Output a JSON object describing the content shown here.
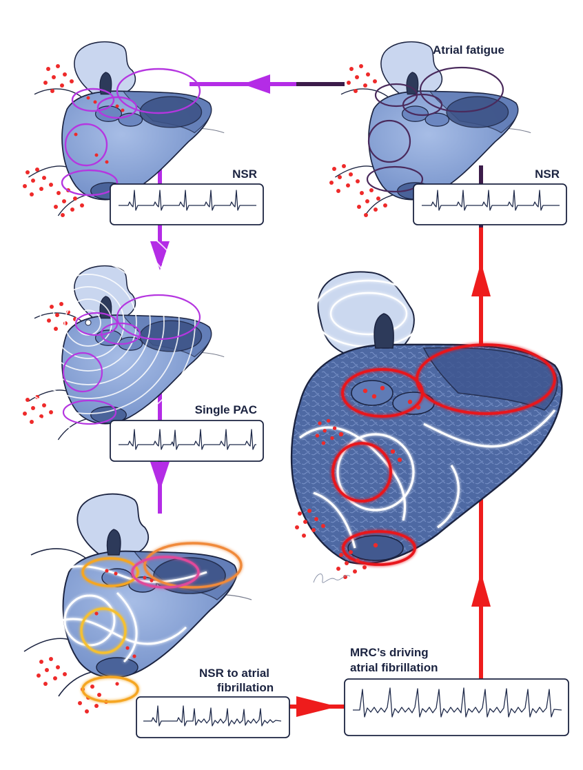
{
  "labels": {
    "nsr_top_left": "NSR",
    "nsr_top_right": "NSR",
    "atrial_fatigue": "Atrial fatigue",
    "single_pac": "Single PAC",
    "nsr_to_af_line1": "NSR to atrial",
    "nsr_to_af_line2": "fibrillation",
    "mrc_line1": "MRC’s driving",
    "mrc_line2": "atrial fibrillation"
  },
  "colors": {
    "atrium_fill": "#8ea8d8",
    "atrium_light": "#c9d6ef",
    "outline": "#1b2340",
    "purple_arrow": "#b42ce6",
    "fatigue_arrow": "#3c1c4a",
    "red_arrow": "#ee1c1c",
    "circuit_purple": "#b536e0",
    "circuit_red": "#e8141c",
    "circuit_orange": "#f5a623"
  }
}
